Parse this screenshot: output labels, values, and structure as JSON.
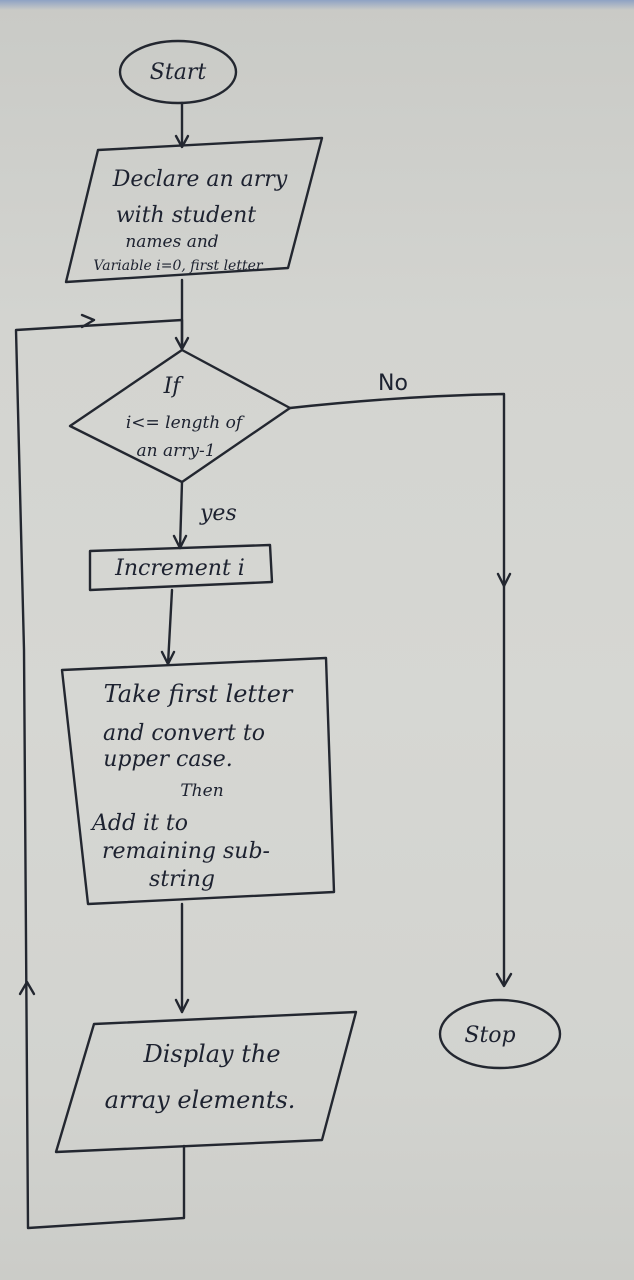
{
  "flowchart": {
    "start": "Start",
    "declare": [
      "Declare an arry",
      "with student",
      "names and",
      "Variable i=0, first letter"
    ],
    "decision": [
      "If",
      "i<= length of",
      "an arry-1"
    ],
    "increment": "Increment i",
    "process": [
      "Take first letter",
      "and convert to",
      "upper case.",
      "Then",
      "Add it to",
      "remaining sub-",
      "string"
    ],
    "display": [
      "Display the",
      "array elements."
    ],
    "stop": "Stop",
    "yes_label": "yes",
    "no_label": "No"
  }
}
